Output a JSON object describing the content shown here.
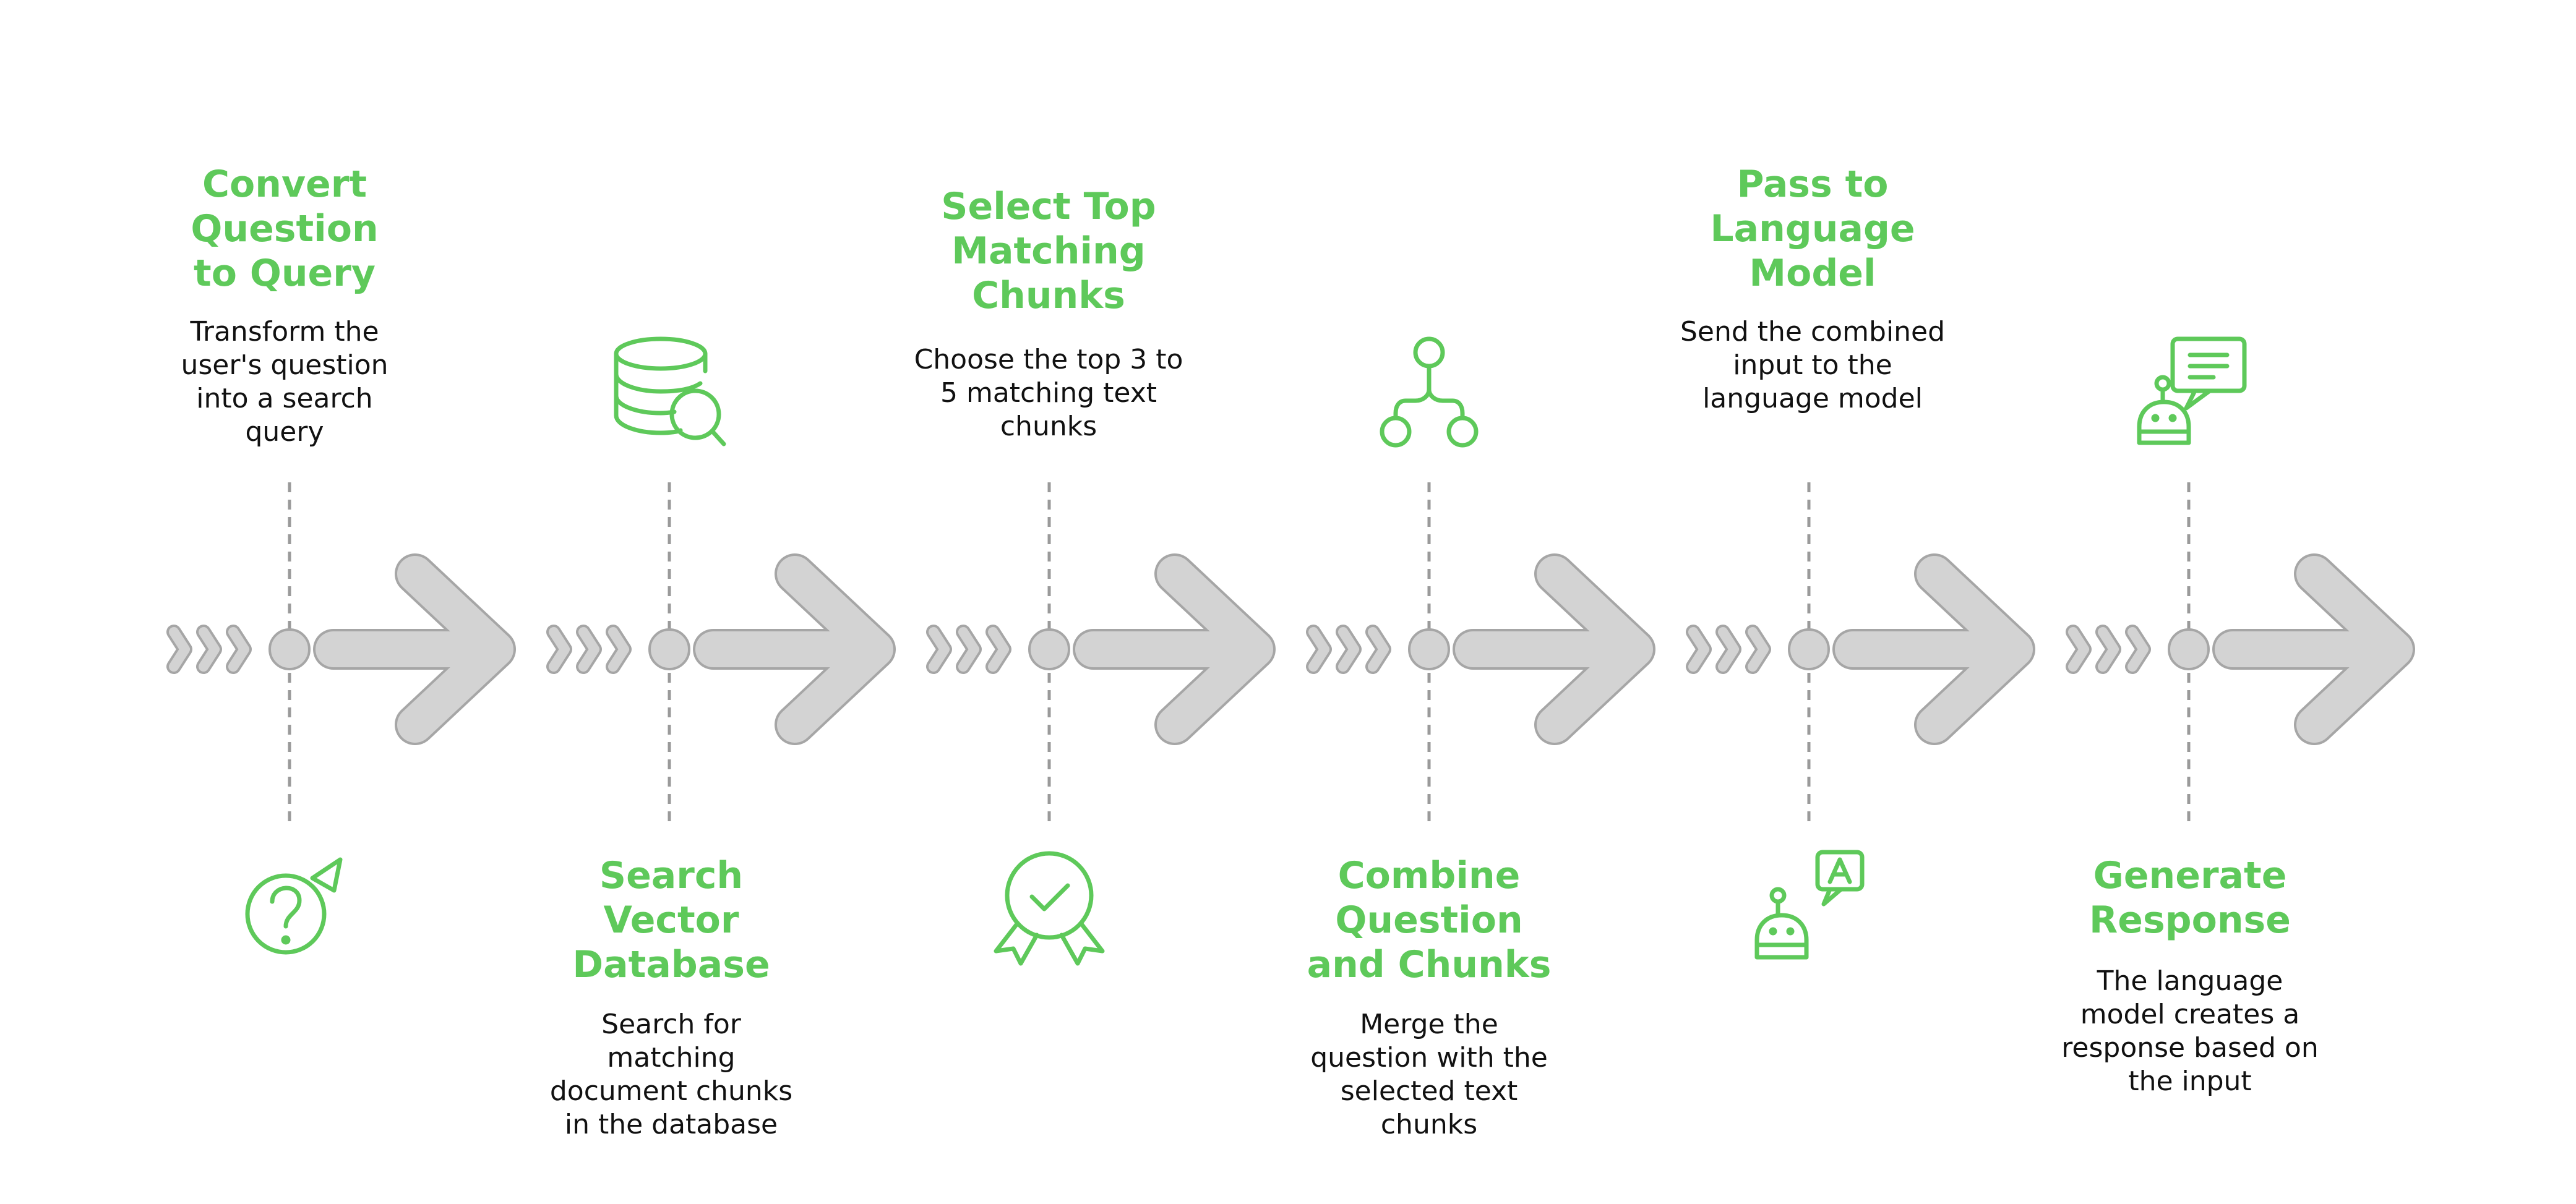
{
  "steps": [
    {
      "title": "Convert Question to Query",
      "description": "Transform the user's question into a search query",
      "icon": "question-icon",
      "text_position": "top",
      "icon_position": "bottom"
    },
    {
      "title": "Search Vector Database",
      "description": "Search for matching document chunks in the database",
      "icon": "database-search-icon",
      "text_position": "bottom",
      "icon_position": "top"
    },
    {
      "title": "Select Top Matching Chunks",
      "description": "Choose the top 3 to 5 matching text chunks",
      "icon": "award-check-icon",
      "text_position": "top",
      "icon_position": "bottom"
    },
    {
      "title": "Combine Question and Chunks",
      "description": "Merge the question with the selected text chunks",
      "icon": "merge-nodes-icon",
      "text_position": "bottom",
      "icon_position": "top"
    },
    {
      "title": "Pass to Language Model",
      "description": "Send the combined input to the language model",
      "icon": "robot-translate-icon",
      "text_position": "top",
      "icon_position": "bottom"
    },
    {
      "title": "Generate Response",
      "description": "The language model creates a response based on the input",
      "icon": "robot-chat-icon",
      "text_position": "bottom",
      "icon_position": "top"
    }
  ],
  "colors": {
    "accent": "#5ec95a",
    "arrow_fill": "#d3d3d3",
    "arrow_stroke": "#a6a6a6",
    "text": "#111111"
  }
}
